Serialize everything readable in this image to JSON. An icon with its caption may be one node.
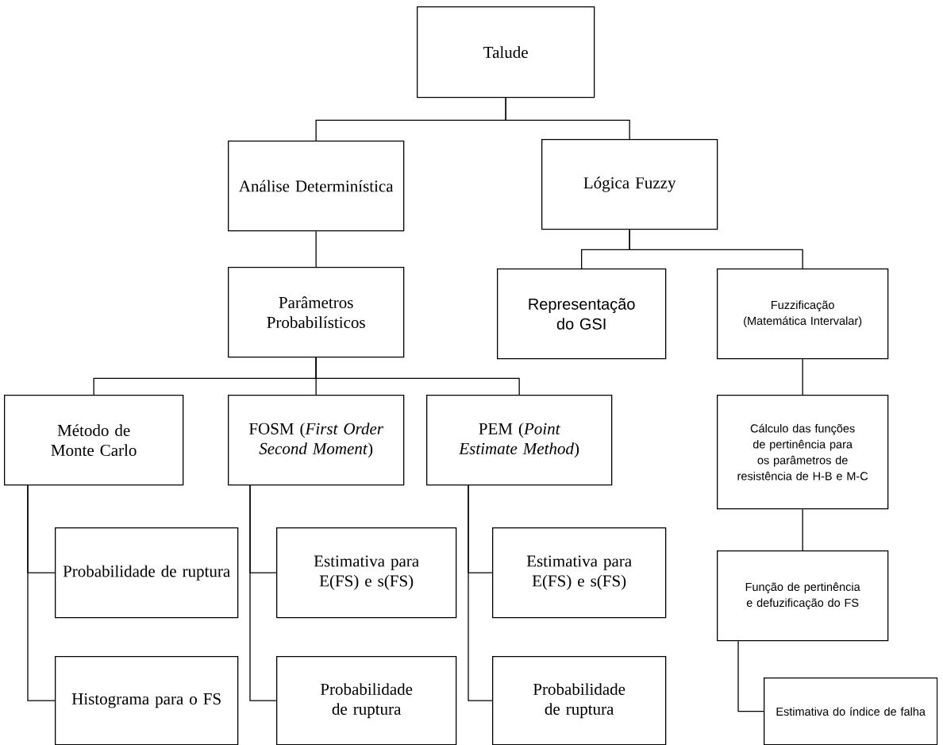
{
  "diagram": {
    "nodes": [
      {
        "text": [
          "Talude"
        ]
      },
      {
        "text": [
          "Análise Determinística"
        ]
      },
      {
        "text": [
          "Lógica Fuzzy"
        ]
      },
      {
        "text": [
          "Parâmetros Probabilísticos"
        ]
      },
      {
        "text": [
          "Representação do GSI"
        ]
      },
      {
        "text": [
          "Fuzzificação (Matemática Intervalar)"
        ]
      },
      {
        "text": [
          "Método de Monte Carlo"
        ]
      },
      {
        "text": [
          "FOSM (*First Order Second Moment*)"
        ]
      },
      {
        "text": [
          "PEM (*Point Estimate Method*)"
        ]
      },
      {
        "text": [
          "Cálculo das funções de pertinência para os parâmetros de resistência de H-B e M-C"
        ]
      },
      {
        "text": [
          "Probabilidade de ruptura"
        ]
      },
      {
        "text": [
          "Estimativa para E(FS) e s(FS)"
        ]
      },
      {
        "text": [
          "Estimativa para E(FS) e s(FS)"
        ]
      },
      {
        "text": [
          "Função de pertinência e defuzificação do FS"
        ]
      },
      {
        "text": [
          "Histograma para o FS"
        ]
      },
      {
        "text": [
          "Probabilidade de ruptura"
        ]
      },
      {
        "text": [
          "Probabilidade de ruptura"
        ]
      },
      {
        "text": [
          "Estimativa do índice de falha"
        ]
      }
    ],
    "edges": [
      {
        "from": 0,
        "to": 1,
        "arrow": "none"
      },
      {
        "from": 0,
        "to": 2,
        "arrow": "none"
      },
      {
        "from": 1,
        "to": 3,
        "arrow": "none"
      },
      {
        "from": 2,
        "to": 4,
        "arrow": "none"
      },
      {
        "from": 2,
        "to": 5,
        "arrow": "none"
      },
      {
        "from": 3,
        "to": 6,
        "arrow": "none"
      },
      {
        "from": 3,
        "to": 7,
        "arrow": "none"
      },
      {
        "from": 3,
        "to": 8,
        "arrow": "none"
      },
      {
        "from": 5,
        "to": 9,
        "arrow": "none"
      },
      {
        "from": 9,
        "to": 13,
        "arrow": "none"
      },
      {
        "from": 6,
        "to": 10,
        "arrow": "none"
      },
      {
        "from": 6,
        "to": 14,
        "arrow": "none"
      },
      {
        "from": 7,
        "to": 11,
        "arrow": "none"
      },
      {
        "from": 7,
        "to": 15,
        "arrow": "none"
      },
      {
        "from": 8,
        "to": 12,
        "arrow": "none"
      },
      {
        "from": 8,
        "to": 16,
        "arrow": "none"
      },
      {
        "from": 13,
        "to": 17,
        "arrow": "none"
      }
    ]
  }
}
